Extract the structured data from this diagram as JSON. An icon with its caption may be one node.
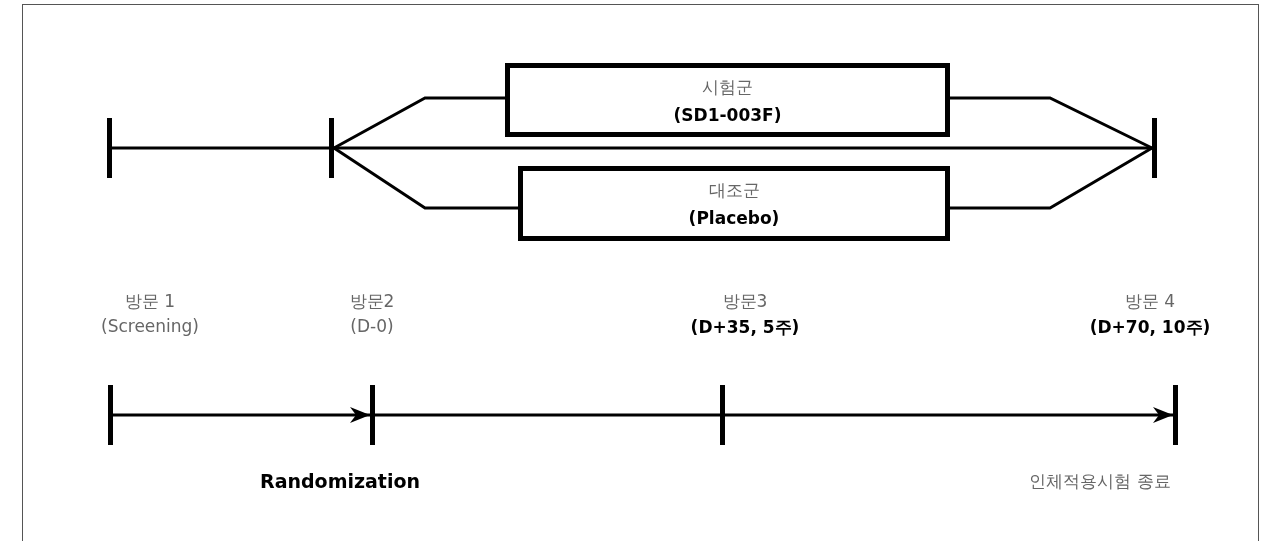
{
  "diagram": {
    "nodes": [
      {
        "text": [
          "시험군",
          "(SD1-003F)"
        ]
      },
      {
        "text": [
          "대조군",
          "(Placebo)"
        ]
      },
      {
        "text": [],
        "shape": "bar"
      },
      {
        "text": [],
        "shape": "bar"
      },
      {
        "text": [],
        "shape": "bar"
      },
      {
        "text": [],
        "shape": "bar",
        "beside": [
          "방문 1",
          "(Screening)"
        ]
      },
      {
        "text": [],
        "shape": "bar",
        "beside": [
          "방문2",
          "(D-0)"
        ]
      },
      {
        "text": [],
        "shape": "bar",
        "beside": [
          "방문3",
          "(D+35,  5주)"
        ]
      },
      {
        "text": [],
        "shape": "bar",
        "beside": [
          "방문 4",
          "(D+70,  10주)",
          "인체적용시험 종료"
        ]
      }
    ],
    "edges": [
      {
        "from": 2,
        "to": 3,
        "arrow": "none"
      },
      {
        "from": 3,
        "to": 0,
        "arrow": "none"
      },
      {
        "from": 0,
        "to": 4,
        "arrow": "none"
      },
      {
        "from": 3,
        "to": 4,
        "arrow": "none"
      },
      {
        "from": 3,
        "to": 1,
        "arrow": "none"
      },
      {
        "from": 1,
        "to": 4,
        "arrow": "none"
      },
      {
        "from": 5,
        "to": 6,
        "arrow": "to",
        "label": "Randomization"
      },
      {
        "from": 6,
        "to": 7,
        "arrow": "none"
      },
      {
        "from": 7,
        "to": 8,
        "arrow": "to"
      }
    ]
  }
}
